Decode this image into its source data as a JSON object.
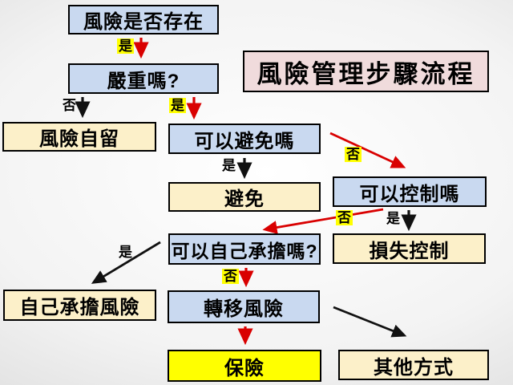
{
  "title": "風險管理步驟流程",
  "colors": {
    "question_fill": "#c9d9f0",
    "action_fill": "#fcf0c9",
    "insurance_fill": "#ffff00",
    "title_fill": "#f0dbdc",
    "highlight": "#ffff00",
    "arrow_red": "#d90000",
    "arrow_black": "#111111"
  },
  "nodes": [
    {
      "id": "risk-exists",
      "label": "風險是否存在"
    },
    {
      "id": "serious",
      "label": "嚴重嗎?"
    },
    {
      "id": "risk-retention",
      "label": "風險自留"
    },
    {
      "id": "can-avoid",
      "label": "可以避免嗎"
    },
    {
      "id": "avoid",
      "label": "避免"
    },
    {
      "id": "can-control",
      "label": "可以控制嗎"
    },
    {
      "id": "loss-control",
      "label": "損失控制"
    },
    {
      "id": "can-bear-self",
      "label": "可以自己承擔嗎?"
    },
    {
      "id": "bear-own-risk",
      "label": "自己承擔風險"
    },
    {
      "id": "transfer-risk",
      "label": "轉移風險"
    },
    {
      "id": "insurance",
      "label": "保險"
    },
    {
      "id": "other-methods",
      "label": "其他方式"
    }
  ],
  "edge_labels": [
    {
      "text": "是",
      "highlighted": true,
      "from": "risk-exists",
      "to": "serious"
    },
    {
      "text": "否",
      "highlighted": false,
      "from": "serious",
      "to": "risk-retention"
    },
    {
      "text": "是",
      "highlighted": true,
      "from": "serious",
      "to": "can-avoid"
    },
    {
      "text": "是",
      "highlighted": false,
      "from": "can-avoid",
      "to": "avoid"
    },
    {
      "text": "否",
      "highlighted": true,
      "from": "can-avoid",
      "to": "can-control"
    },
    {
      "text": "是",
      "highlighted": false,
      "from": "can-control",
      "to": "loss-control"
    },
    {
      "text": "否",
      "highlighted": true,
      "from": "can-control",
      "to": "can-bear-self"
    },
    {
      "text": "是",
      "highlighted": false,
      "from": "can-bear-self",
      "to": "bear-own-risk"
    },
    {
      "text": "否",
      "highlighted": true,
      "from": "can-bear-self",
      "to": "transfer-risk"
    }
  ]
}
